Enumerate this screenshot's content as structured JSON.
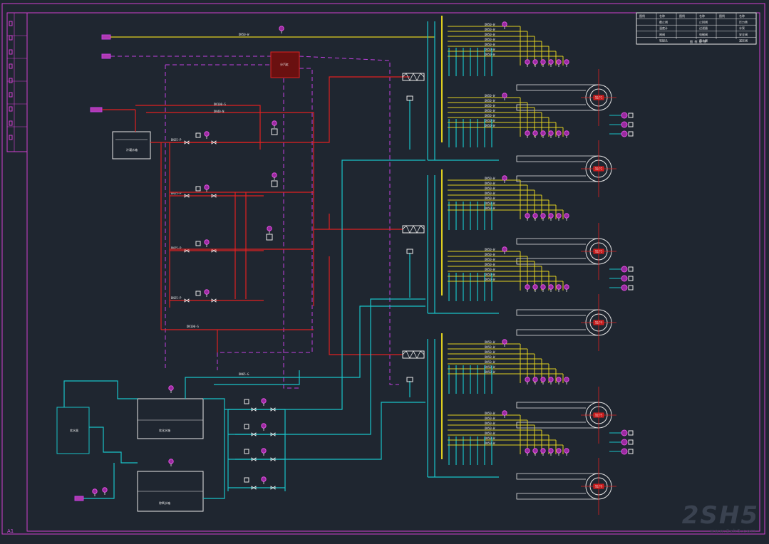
{
  "sheet": {
    "size_label": "A1"
  },
  "watermark": {
    "brand": "2SH5",
    "subtitle": "www.2sh5.com"
  },
  "title_block": {
    "rows": [
      [
        "图例",
        "名称",
        "图例",
        "名称",
        "图例",
        "名称"
      ],
      [
        "",
        "截止阀",
        "",
        "止回阀",
        "",
        "压力表"
      ],
      [
        "",
        "温度计",
        "",
        "过滤器",
        "",
        "水泵"
      ],
      [
        "",
        "闸阀",
        "",
        "电磁阀",
        "",
        "安全阀"
      ],
      [
        "",
        "软接头",
        "",
        "疏水器",
        "",
        "减压阀"
      ]
    ],
    "footer": "图 例 说 明"
  },
  "equipment": {
    "condensate_tank": "冷凝水箱",
    "softened_water_tank": "软化水箱",
    "deaerator_tank": "除氧水箱",
    "softener": "软水器",
    "sub_cylinder": "分汽缸",
    "boilers": [
      "锅炉1",
      "锅炉2",
      "锅炉3",
      "锅炉4",
      "锅炉5",
      "锅炉6"
    ]
  },
  "pipe_labels": {
    "steam_main": "DN100-S",
    "water_supply": "DN50-W",
    "condensate": "DN40-N",
    "feed_water": "DN65-G",
    "drain": "DN25-P"
  },
  "colors": {
    "background": "#1f2630",
    "frame": "#d040d0",
    "steam": "#e02020",
    "water": "#19c2c8",
    "fuel": "#e0d020",
    "vent": "#c040e0",
    "equipment": "#e8e8e8"
  }
}
